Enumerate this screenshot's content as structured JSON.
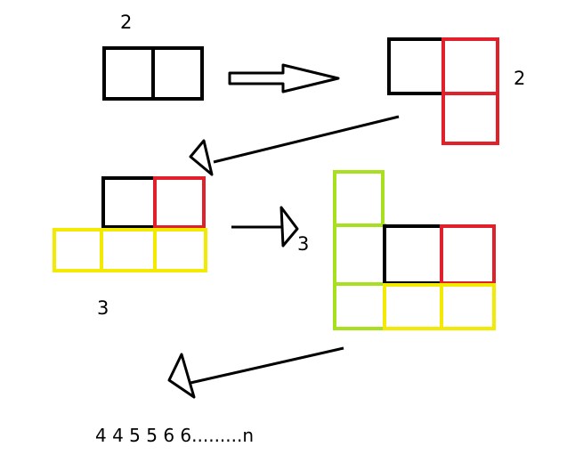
{
  "colors": {
    "black": "#000000",
    "red": "#e0202a",
    "yellow": "#f2ea00",
    "green": "#a8e020"
  },
  "labels": {
    "step1_count": "2",
    "step2_count": "2",
    "step3_count": "3",
    "step4_count": "3",
    "sequence": "4 4 5 5 6 6.........n"
  },
  "diagram": {
    "steps": [
      {
        "id": "step-1",
        "squares": [
          "black",
          "black"
        ]
      },
      {
        "id": "step-2",
        "squares": [
          "black",
          "red",
          "red"
        ]
      },
      {
        "id": "step-3",
        "squares": [
          "black",
          "red",
          "yellow",
          "yellow",
          "yellow"
        ]
      },
      {
        "id": "step-4",
        "squares": [
          "green",
          "green",
          "green",
          "black",
          "red",
          "yellow",
          "yellow"
        ]
      }
    ]
  }
}
